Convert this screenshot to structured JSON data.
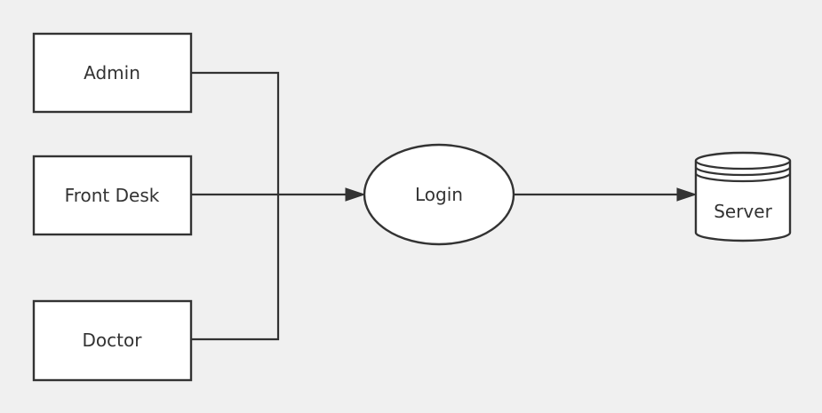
{
  "diagram": {
    "nodes": {
      "admin": "Admin",
      "front_desk": "Front Desk",
      "doctor": "Doctor",
      "login": "Login",
      "server": "Server"
    },
    "edges": [
      {
        "from": "admin",
        "to": "login"
      },
      {
        "from": "front_desk",
        "to": "login"
      },
      {
        "from": "doctor",
        "to": "login"
      },
      {
        "from": "login",
        "to": "server"
      }
    ]
  }
}
